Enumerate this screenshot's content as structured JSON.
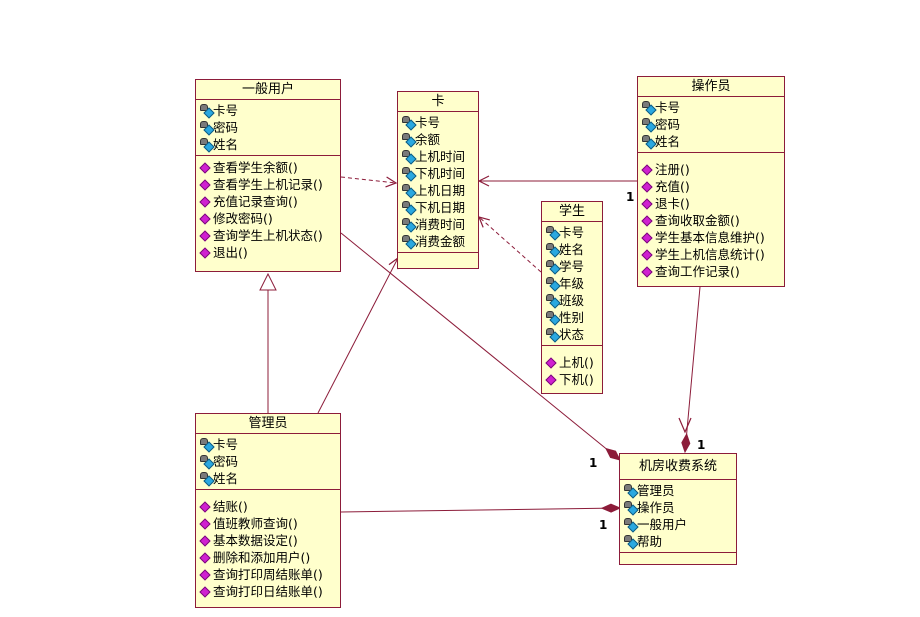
{
  "classes": {
    "general_user": {
      "name": "一般用户",
      "attributes": [
        "卡号",
        "密码",
        "姓名"
      ],
      "operations": [
        "查看学生余额()",
        "查看学生上机记录()",
        "充值记录查询()",
        "修改密码()",
        "查询学生上机状态()",
        "退出()"
      ]
    },
    "card": {
      "name": "卡",
      "attributes": [
        "卡号",
        "余额",
        "上机时间",
        "下机时间",
        "上机日期",
        "下机日期",
        "消费时间",
        "消费金额"
      ],
      "operations": []
    },
    "operator": {
      "name": "操作员",
      "attributes": [
        "卡号",
        "密码",
        "姓名"
      ],
      "operations": [
        "注册()",
        "充值()",
        "退卡()",
        "查询收取金额()",
        "学生基本信息维护()",
        "学生上机信息统计()",
        "查询工作记录()"
      ]
    },
    "student": {
      "name": "学生",
      "attributes": [
        "卡号",
        "姓名",
        "学号",
        "年级",
        "班级",
        "性别",
        "状态"
      ],
      "operations": [
        "上机()",
        "下机()"
      ]
    },
    "admin": {
      "name": "管理员",
      "attributes": [
        "卡号",
        "密码",
        "姓名"
      ],
      "operations": [
        "结账()",
        "值班教师查询()",
        "基本数据设定()",
        "删除和添加用户()",
        "查询打印周结账单()",
        "查询打印日结账单()"
      ]
    },
    "system": {
      "name": "机房收费系统",
      "attributes": [
        "管理员",
        "操作员",
        "一般用户",
        "帮助"
      ],
      "operations": []
    }
  },
  "multiplicities": {
    "operator_card": "1",
    "operator_system": "1",
    "general_user_system": "1",
    "admin_system": "1"
  },
  "colors": {
    "line": "#8c1c3a",
    "box_fill": "#ffffcc",
    "attr_icon": "#2aa8e0",
    "op_icon": "#d020d0"
  }
}
